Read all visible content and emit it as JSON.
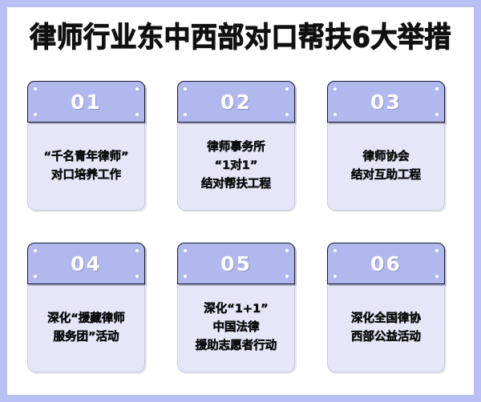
{
  "poster": {
    "title": "律师行业东中西部对口帮扶6大举措",
    "frame_color": "#b9c0f3",
    "canvas_color": "#ffffff",
    "header_color": "#b0b8ee",
    "body_color": "#e5e7f9",
    "header_border_color": "#161633",
    "number_color": "#ffffff",
    "text_color": "#0d0d0d"
  },
  "cards": [
    {
      "number": "01",
      "lines": [
        "“千名青年律师”",
        "对口培养工作"
      ]
    },
    {
      "number": "02",
      "lines": [
        "律师事务所",
        "“1对1”",
        "结对帮扶工程"
      ]
    },
    {
      "number": "03",
      "lines": [
        "律师协会",
        "结对互助工程"
      ]
    },
    {
      "number": "04",
      "lines": [
        "深化“援藏律师",
        "服务团”活动"
      ]
    },
    {
      "number": "05",
      "lines": [
        "深化“1+1”",
        "中国法律",
        "援助志愿者行动"
      ]
    },
    {
      "number": "06",
      "lines": [
        "深化全国律协",
        "西部公益活动"
      ]
    }
  ]
}
